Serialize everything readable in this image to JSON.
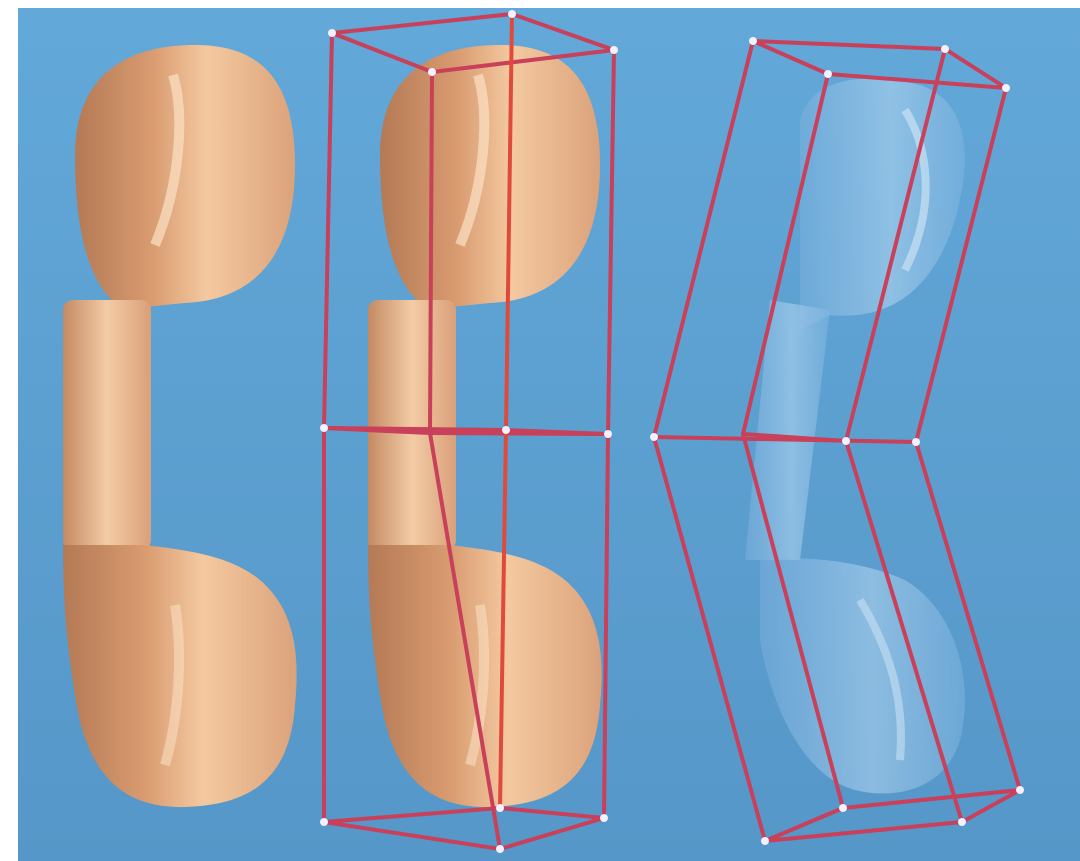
{
  "colors": {
    "background_blue": "#5a9fd0",
    "background_blue_light": "#6aaedb",
    "handset_skin": "#e2a97c",
    "handset_skin_light": "#f4c9a0",
    "handset_skin_dark": "#b47a55",
    "lattice_red": "#c8405a",
    "lattice_red_bright": "#e04a3a",
    "control_point": "#f4f0ff",
    "ghost_blue": "#8fbde6"
  },
  "panels": [
    {
      "id": "original",
      "description_icon": "telephone-handset-icon",
      "lattice": "none"
    },
    {
      "id": "embedded",
      "description_icon": "telephone-handset-icon",
      "lattice": "box"
    },
    {
      "id": "deformed",
      "description_icon": "telephone-handset-icon",
      "lattice": "bent"
    }
  ]
}
